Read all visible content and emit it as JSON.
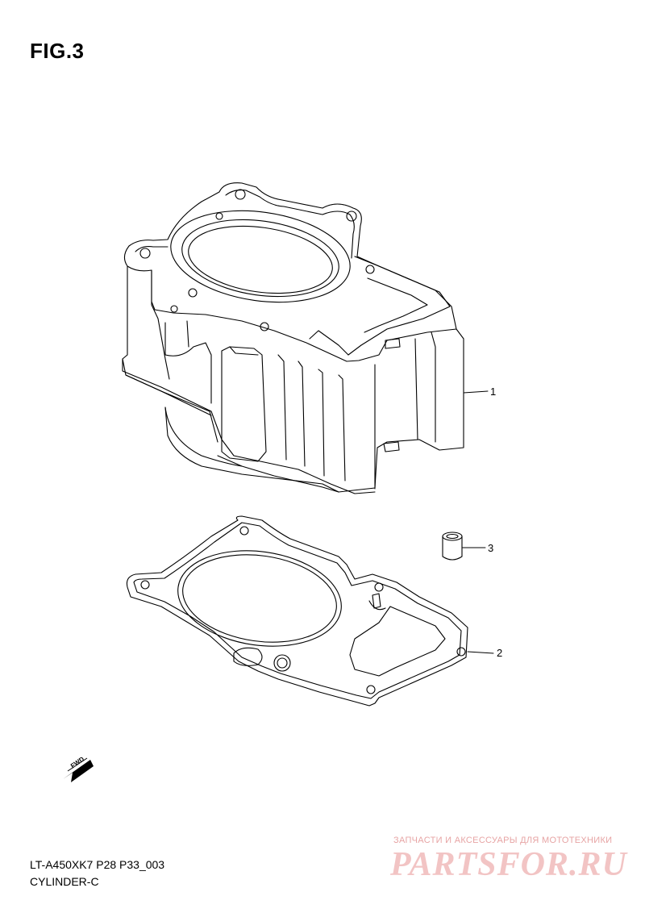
{
  "figure": {
    "title": "FIG.3"
  },
  "callouts": [
    {
      "number": "1"
    },
    {
      "number": "2"
    },
    {
      "number": "3"
    }
  ],
  "fwd_arrow": {
    "label": "FWD",
    "icon": "fwd-arrow-icon"
  },
  "footer": {
    "model_code": "LT-A450XK7 P28 P33_003",
    "section_name": "CYLINDER-C"
  },
  "watermark": {
    "tagline": "ЗАПЧАСТИ И АКСЕССУАРЫ ДЛЯ МОТОТЕХНИКИ",
    "logo": "PARTSFOR.RU",
    "color": "#f2c4c4"
  }
}
